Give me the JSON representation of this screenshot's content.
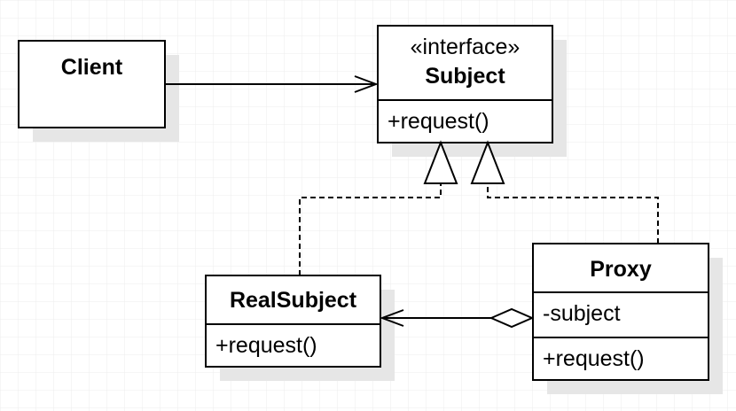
{
  "diagram": {
    "classes": {
      "client": {
        "name": "Client"
      },
      "subject": {
        "stereotype": "«interface»",
        "name": "Subject",
        "methods": [
          "+request()"
        ]
      },
      "real_subject": {
        "name": "RealSubject",
        "methods": [
          "+request()"
        ]
      },
      "proxy": {
        "name": "Proxy",
        "attributes": [
          "-subject"
        ],
        "methods": [
          "+request()"
        ]
      }
    },
    "relationships": [
      {
        "from": "Client",
        "to": "Subject",
        "type": "association"
      },
      {
        "from": "RealSubject",
        "to": "Subject",
        "type": "realization"
      },
      {
        "from": "Proxy",
        "to": "Subject",
        "type": "realization"
      },
      {
        "from": "Proxy",
        "to": "RealSubject",
        "type": "aggregation"
      }
    ],
    "colors": {
      "stroke": "#000000",
      "fill": "#ffffff",
      "shadow": "#e6e6e6",
      "grid": "#ececec"
    }
  }
}
